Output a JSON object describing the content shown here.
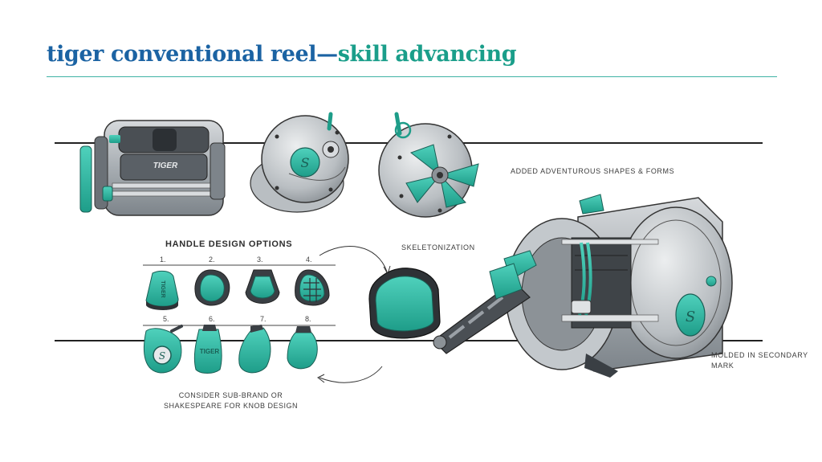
{
  "title": {
    "part1": "tiger conventional reel—",
    "part2": "skill advancing"
  },
  "labels": {
    "shapes": "ADDED ADVENTUROUS SHAPES & FORMS",
    "skeleton": "SKELETONIZATION",
    "molded_line1": "MOLDED IN SECONDARY",
    "molded_line2": "MARK",
    "handle_heading": "HANDLE DESIGN OPTIONS",
    "caption_line1": "CONSIDER SUB-BRAND OR",
    "caption_line2": "SHAKESPEARE FOR KNOB DESIGN",
    "reel_brand": "TIGER",
    "knob_text_1": "TIGER",
    "knob_text_6": "TIGER"
  },
  "options": [
    "1.",
    "2.",
    "3.",
    "4.",
    "5.",
    "6.",
    "7.",
    "8."
  ],
  "colors": {
    "teal": "#2bb5a0",
    "blue": "#1b63a3",
    "green": "#1a9e8a",
    "grey": "#9aa0a6",
    "dark": "#3a3a3a"
  }
}
